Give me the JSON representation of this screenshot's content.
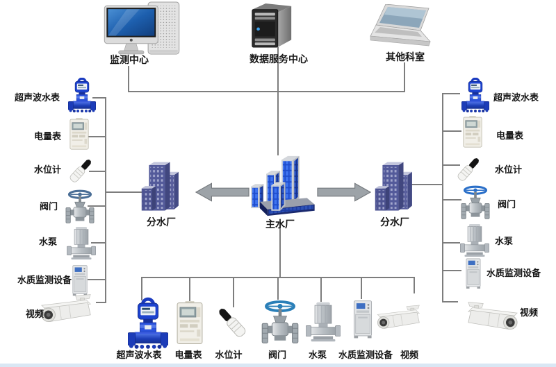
{
  "top_nodes": [
    {
      "id": "monitoring-center",
      "label": "监测中心",
      "icon": "desktop-computer-icon"
    },
    {
      "id": "data-service-center",
      "label": "数据服务中心",
      "icon": "server-icon"
    },
    {
      "id": "other-departments",
      "label": "其他科室",
      "icon": "laptop-icon"
    }
  ],
  "plants": {
    "left_branch": {
      "label": "分水厂",
      "icon": "branch-plant-building-icon"
    },
    "main": {
      "label": "主水厂",
      "icon": "main-plant-building-icon"
    },
    "right_branch": {
      "label": "分水厂",
      "icon": "branch-plant-building-icon"
    }
  },
  "left_devices": [
    {
      "label": "超声波水表",
      "icon": "ultrasonic-water-meter-icon"
    },
    {
      "label": "电量表",
      "icon": "electricity-meter-icon"
    },
    {
      "label": "水位计",
      "icon": "water-level-gauge-icon"
    },
    {
      "label": "阀门",
      "icon": "valve-icon"
    },
    {
      "label": "水泵",
      "icon": "water-pump-icon"
    },
    {
      "label": "水质监测设备",
      "icon": "water-quality-monitor-icon"
    },
    {
      "label": "视频",
      "icon": "video-camera-icon"
    }
  ],
  "right_devices": [
    {
      "label": "超声波水表",
      "icon": "ultrasonic-water-meter-icon"
    },
    {
      "label": "电量表",
      "icon": "electricity-meter-icon"
    },
    {
      "label": "水位计",
      "icon": "water-level-gauge-icon"
    },
    {
      "label": "阀门",
      "icon": "valve-icon"
    },
    {
      "label": "水泵",
      "icon": "water-pump-icon"
    },
    {
      "label": "水质监测设备",
      "icon": "water-quality-monitor-icon"
    },
    {
      "label": "视频",
      "icon": "video-camera-icon"
    }
  ],
  "bottom_devices": [
    {
      "label": "超声波水表",
      "icon": "ultrasonic-water-meter-icon"
    },
    {
      "label": "电量表",
      "icon": "electricity-meter-icon"
    },
    {
      "label": "水位计",
      "icon": "water-level-gauge-icon"
    },
    {
      "label": "阀门",
      "icon": "valve-icon"
    },
    {
      "label": "水泵",
      "icon": "water-pump-icon"
    },
    {
      "label": "水质监测设备",
      "icon": "water-quality-monitor-icon"
    },
    {
      "label": "视频",
      "icon": "video-camera-icon"
    }
  ],
  "colors": {
    "connector_line": "#7d7d7d",
    "branch_building": "#535a9a",
    "main_building_glass": "#2f5fe0",
    "arrow": "#9da3a8",
    "meter_blue": "#1d43cf",
    "bottom_strip": "#d9e7f4"
  }
}
